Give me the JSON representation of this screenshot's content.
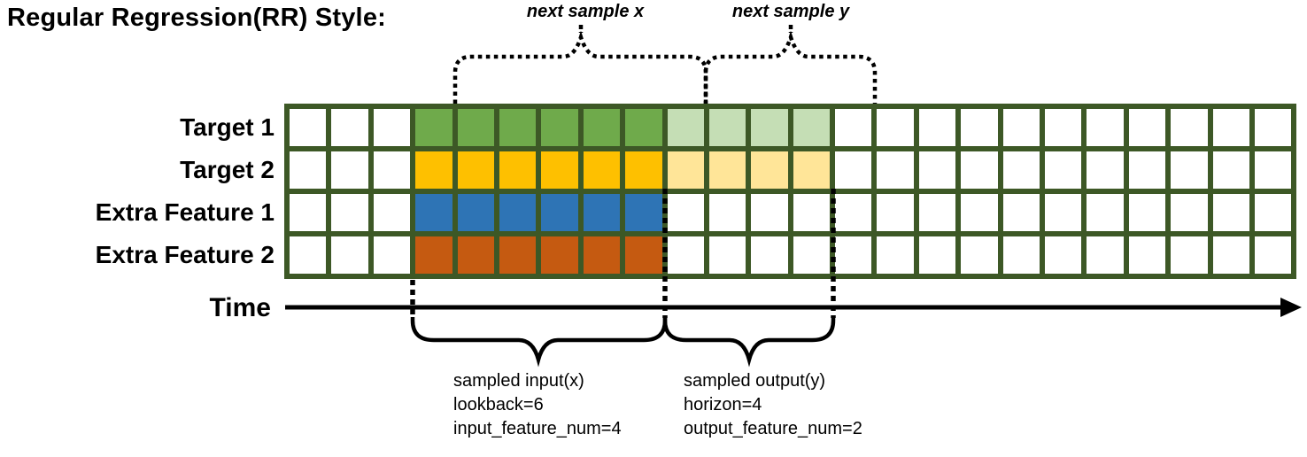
{
  "title": "Regular Regression(RR) Style:",
  "diagram": {
    "top_annotations": {
      "next_sample_x": "next sample x",
      "next_sample_y": "next sample y"
    },
    "time_axis": {
      "label": "Time"
    },
    "grid": {
      "total_columns": 24,
      "lead_in_columns": 3,
      "lookback": 6,
      "horizon": 4,
      "border_color": "#3D5826",
      "empty_cell_color": "#FFFFFF",
      "rows": [
        {
          "label": "Target 1",
          "type": "target",
          "input_color": "#6FAA4B",
          "output_color": "#C5DEB5"
        },
        {
          "label": "Target 2",
          "type": "target",
          "input_color": "#FEC000",
          "output_color": "#FFE598"
        },
        {
          "label": "Extra Feature 1",
          "type": "extra_feature",
          "input_color": "#2E74B5",
          "output_color": null
        },
        {
          "label": "Extra Feature 2",
          "type": "extra_feature",
          "input_color": "#C55A11",
          "output_color": null
        }
      ]
    },
    "bottom_annotations": {
      "sampled_input": {
        "lines": [
          "sampled input(x)",
          "lookback=6",
          "input_feature_num=4"
        ]
      },
      "sampled_output": {
        "lines": [
          "sampled output(y)",
          "horizon=4",
          "output_feature_num=2"
        ]
      }
    }
  }
}
